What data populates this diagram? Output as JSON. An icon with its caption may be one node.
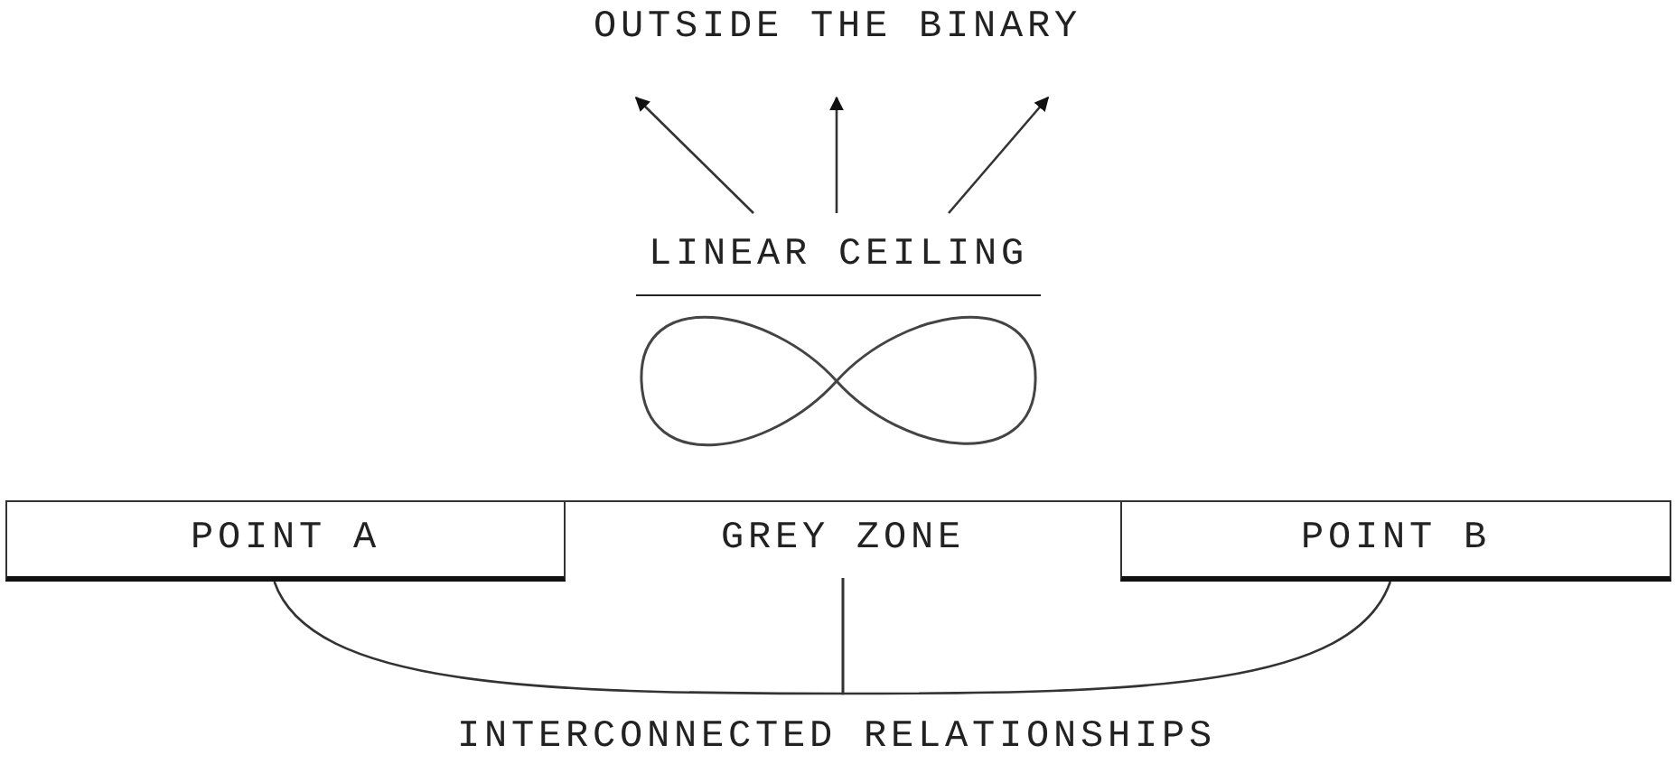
{
  "diagram": {
    "nodes": [
      {
        "text": [
          "OUTSIDE THE BINARY"
        ]
      },
      {
        "text": [
          "LINEAR CEILING"
        ]
      },
      {
        "text": [
          "POINT A"
        ]
      },
      {
        "text": [
          "GREY ZONE"
        ]
      },
      {
        "text": [
          "POINT B"
        ]
      }
    ],
    "edges": [
      {
        "from": 1,
        "to": 0,
        "arrow": "to"
      },
      {
        "from": 1,
        "to": 0,
        "arrow": "to"
      },
      {
        "from": 1,
        "to": 0,
        "arrow": "to"
      },
      {
        "from": 3,
        "to": 2,
        "arrow": "none"
      },
      {
        "from": 3,
        "to": 4,
        "arrow": "none"
      }
    ],
    "labels": [
      "INTERCONNECTED RELATIONSHIPS"
    ]
  }
}
